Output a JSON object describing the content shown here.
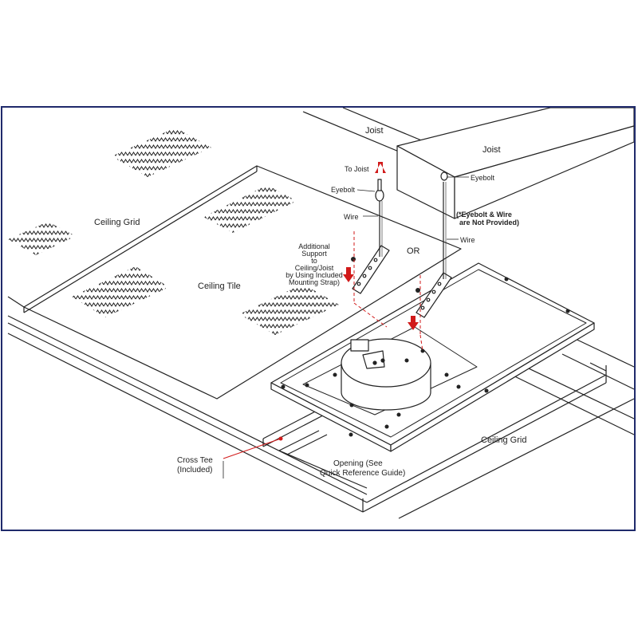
{
  "labels": {
    "joist_left": "Joist",
    "joist_right": "Joist",
    "to_joist": "To Joist",
    "eyebolt_left": "Eyebolt",
    "eyebolt_right": "Eyebolt",
    "not_provided_1": "(*Eyebolt & Wire",
    "not_provided_2": "are Not Provided)",
    "wire_left": "Wire",
    "wire_right": "Wire",
    "or": "OR",
    "additional_1": "Additional",
    "additional_2": "Support",
    "additional_3": "to",
    "additional_4": "Ceiling/Joist",
    "additional_5": "by Using Included",
    "additional_6": "Mounting Strap)",
    "ceiling_grid_left": "Ceiling Grid",
    "ceiling_tile": "Ceiling Tile",
    "ceiling_grid_right": "Ceiling Grid",
    "cross_tee_1": "Cross Tee",
    "cross_tee_2": "(Included)",
    "opening_1": "Opening (See",
    "opening_2": "Quick Reference Guide)"
  },
  "colors": {
    "frame_border": "#1f2a6b",
    "line": "#222222",
    "arrow_red": "#d11a1a",
    "leader_red": "#d11a1a"
  }
}
